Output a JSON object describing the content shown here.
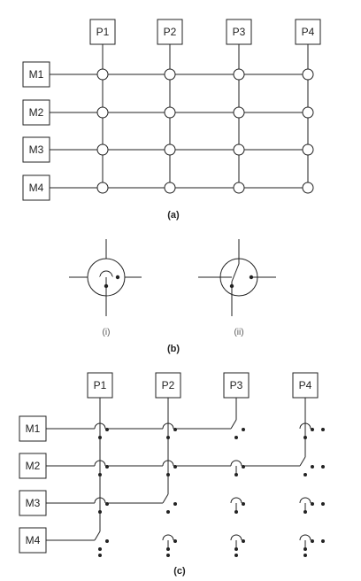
{
  "processors": [
    "P1",
    "P2",
    "P3",
    "P4"
  ],
  "memories": [
    "M1",
    "M2",
    "M3",
    "M4"
  ],
  "captions": {
    "a": "(a)",
    "b": "(b)",
    "c": "(c)"
  },
  "switch_labels": [
    "(i)",
    "(ii)"
  ],
  "colors": {
    "line": "#222222",
    "background": "#ffffff"
  },
  "switch_states_c": [
    [
      "crossover",
      "crossover",
      "connect",
      "crossover"
    ],
    [
      "crossover",
      "crossover",
      "crossover",
      "connect"
    ],
    [
      "crossover",
      "connect",
      "crossover",
      "crossover"
    ],
    [
      "connect",
      "crossover",
      "crossover",
      "crossover"
    ]
  ]
}
